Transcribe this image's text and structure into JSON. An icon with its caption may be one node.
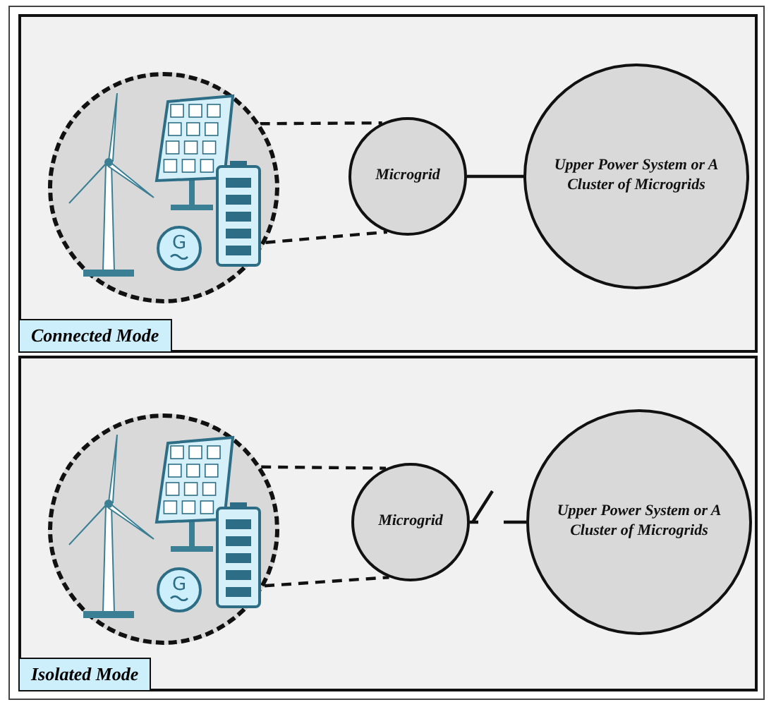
{
  "diagram": {
    "nodes": [
      {
        "text": [
          "Connected Mode"
        ]
      },
      {
        "text": [],
        "shape": "circle",
        "in": 0
      },
      {
        "text": [
          "G"
        ],
        "in": 1
      },
      {
        "text": [
          "Microgrid"
        ],
        "in": 0
      },
      {
        "text": [
          "Upper Power System or A Cluster of Microgrids"
        ],
        "in": 0
      },
      {
        "text": [
          "Isolated Mode"
        ]
      },
      {
        "text": [],
        "shape": "circle",
        "in": 5
      },
      {
        "text": [
          "G"
        ],
        "in": 6
      },
      {
        "text": [
          "Microgrid"
        ],
        "in": 5
      },
      {
        "text": [
          "Upper Power System or A Cluster of Microgrids"
        ],
        "in": 5
      }
    ],
    "edges": [
      {
        "from": 1,
        "to": 3,
        "arrow": "none",
        "style": "dashed"
      },
      {
        "from": 1,
        "to": 3,
        "arrow": "none",
        "style": "dashed"
      },
      {
        "from": 3,
        "to": 4,
        "arrow": "none"
      },
      {
        "from": 6,
        "to": 8,
        "arrow": "none",
        "style": "dashed"
      },
      {
        "from": 6,
        "to": 8,
        "arrow": "none",
        "style": "dashed"
      },
      {
        "from": 8,
        "to": 9,
        "arrow": "none"
      }
    ]
  }
}
